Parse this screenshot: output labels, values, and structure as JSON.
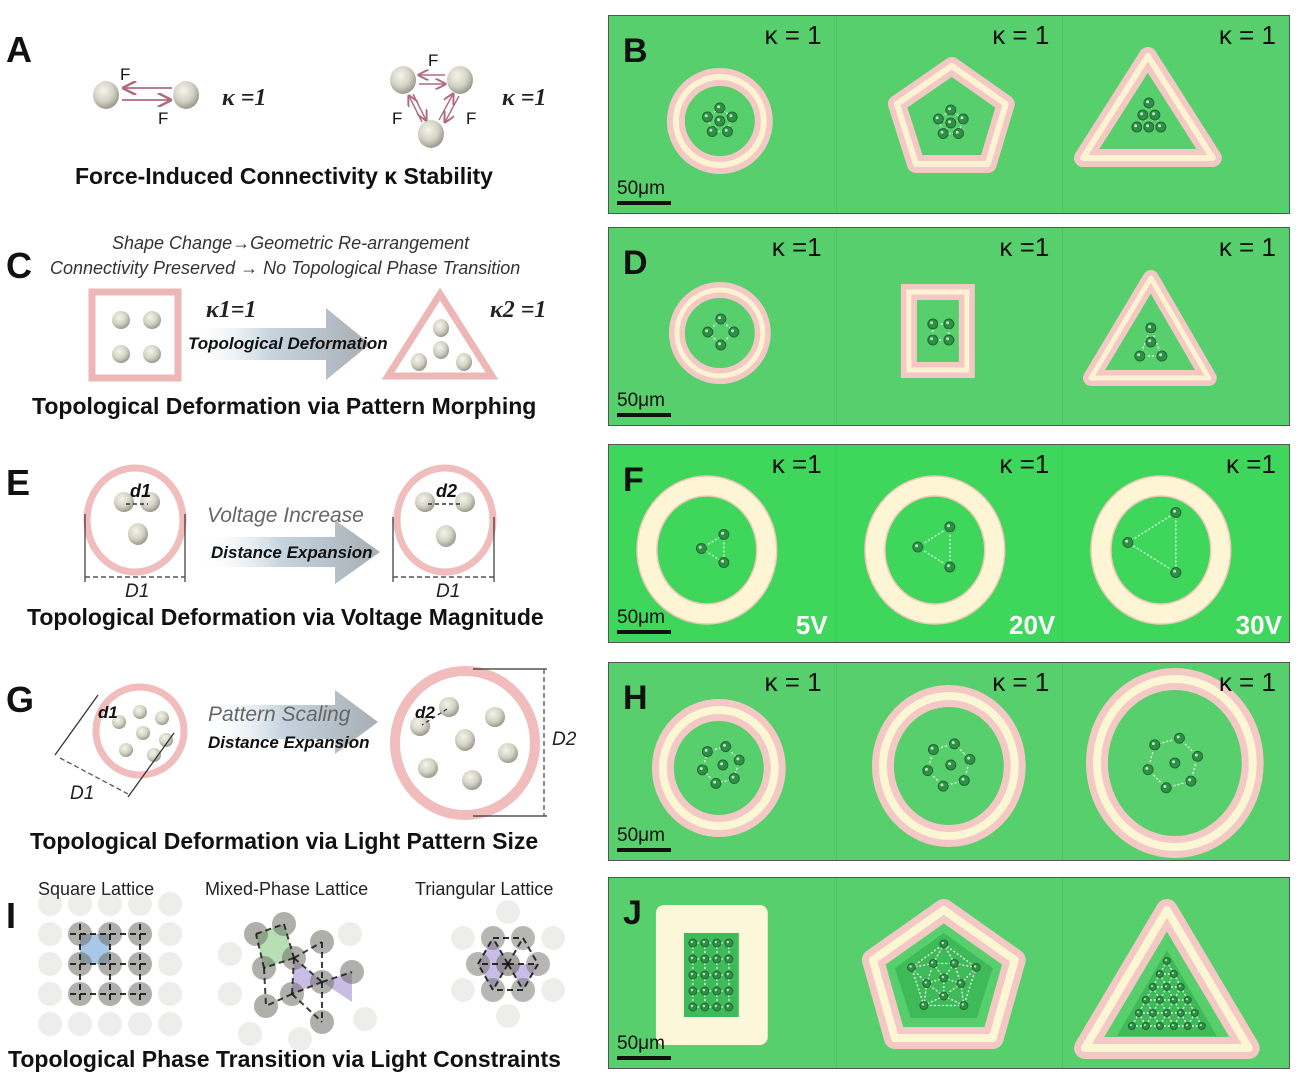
{
  "panels": {
    "A": {
      "letter": "A",
      "force_label": "F",
      "kappa_left": "κ =1",
      "kappa_right": "κ =1",
      "caption": "Force-Induced Connectivity κ Stability"
    },
    "B": {
      "letter": "B",
      "scale_bar": "50μm",
      "subpanels": [
        {
          "shape": "circle",
          "kappa": "κ = 1"
        },
        {
          "shape": "pentagon",
          "kappa": "κ = 1"
        },
        {
          "shape": "triangle",
          "kappa": "κ = 1"
        }
      ]
    },
    "C": {
      "letter": "C",
      "line1": "Shape Change→Geometric Re-arrangement",
      "line2": "Connectivity Preserved → No Topological Phase Transition",
      "kappa1": "κ1=1",
      "kappa2": "κ2 =1",
      "arrow_label": "Topological Deformation",
      "caption": "Topological Deformation via Pattern Morphing"
    },
    "D": {
      "letter": "D",
      "scale_bar": "50μm",
      "subpanels": [
        {
          "shape": "circle",
          "kappa": "κ =1"
        },
        {
          "shape": "square",
          "kappa": "κ =1"
        },
        {
          "shape": "triangle",
          "kappa": "κ = 1"
        }
      ]
    },
    "E": {
      "letter": "E",
      "d_left": "d1",
      "d_right": "d2",
      "D_left": "D1",
      "D_right": "D1",
      "arrow_top": "Voltage Increase",
      "arrow_label": "Distance Expansion",
      "caption": "Topological Deformation via Voltage Magnitude"
    },
    "F": {
      "letter": "F",
      "scale_bar": "50μm",
      "subpanels": [
        {
          "shape": "circle",
          "kappa": "κ =1",
          "voltage": "5V"
        },
        {
          "shape": "circle",
          "kappa": "κ =1",
          "voltage": "20V"
        },
        {
          "shape": "circle",
          "kappa": "κ =1",
          "voltage": "30V"
        }
      ]
    },
    "G": {
      "letter": "G",
      "d_left": "d1",
      "d_right": "d2",
      "D_left": "D1",
      "D_right": "D2",
      "arrow_top": "Pattern Scaling",
      "arrow_label": "Distance Expansion",
      "caption": "Topological Deformation via Light Pattern Size"
    },
    "H": {
      "letter": "H",
      "scale_bar": "50μm",
      "subpanels": [
        {
          "shape": "circle",
          "kappa": "κ = 1"
        },
        {
          "shape": "circle",
          "kappa": "κ = 1"
        },
        {
          "shape": "circle",
          "kappa": "κ = 1"
        }
      ]
    },
    "I": {
      "letter": "I",
      "lattices": [
        {
          "title": "Square Lattice",
          "highlight_color": "#a9c7e6"
        },
        {
          "title": "Mixed-Phase Lattice",
          "highlight_color": "#b6dfb4"
        },
        {
          "title": "Triangular Lattice",
          "highlight_color": "#c9bde6"
        }
      ],
      "caption": "Topological Phase Transition via Light Constraints"
    },
    "J": {
      "letter": "J",
      "scale_bar": "50μm",
      "subpanels": [
        {
          "shape": "square"
        },
        {
          "shape": "pentagon"
        },
        {
          "shape": "triangle"
        }
      ]
    }
  },
  "colors": {
    "micrograph_green": "#56cf6c",
    "ring_pink": "#f2c6c4",
    "ring_cream": "#fbf6d6",
    "pattern_pink": "#eeb7b7",
    "arrow_force": "#b06b7d"
  }
}
